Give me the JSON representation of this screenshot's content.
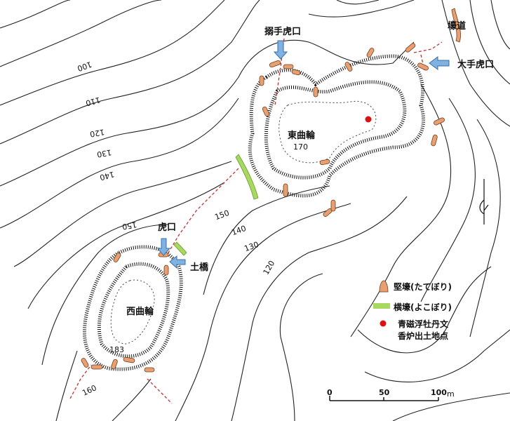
{
  "labels": {
    "karamete_koguchi": "搦手虎口",
    "horimichi": "壕道",
    "ote_koguchi": "大手虎口",
    "higashi_kuruwa": "東曲輪",
    "higashi_elev": "170",
    "koguchi": "虎口",
    "dobashi": "土橋",
    "nishi_kuruwa": "西曲輪",
    "nishi_elev": "183"
  },
  "contours": {
    "c100": "100",
    "c110": "110",
    "c120": "120",
    "c130": "130",
    "c140": "140",
    "c150_left": "150",
    "c150_right": "150",
    "c140_right": "140",
    "c130_right": "130",
    "c120_right": "120",
    "c160": "160"
  },
  "legend": {
    "tatebori": "堅壕(たてぼり)",
    "yokobori": "横壕(よこぼり)",
    "find_line1": "青磁浮牡丹文",
    "find_line2": "香炉出土地点"
  },
  "scale": {
    "zero": "0",
    "mid": "50",
    "end": "100",
    "unit": "m"
  },
  "colors": {
    "tatebori": "#e8a070",
    "yokobori": "#a8d860",
    "find": "#dd1111",
    "arrow": "#7fb2e0",
    "path": "#c03030"
  }
}
